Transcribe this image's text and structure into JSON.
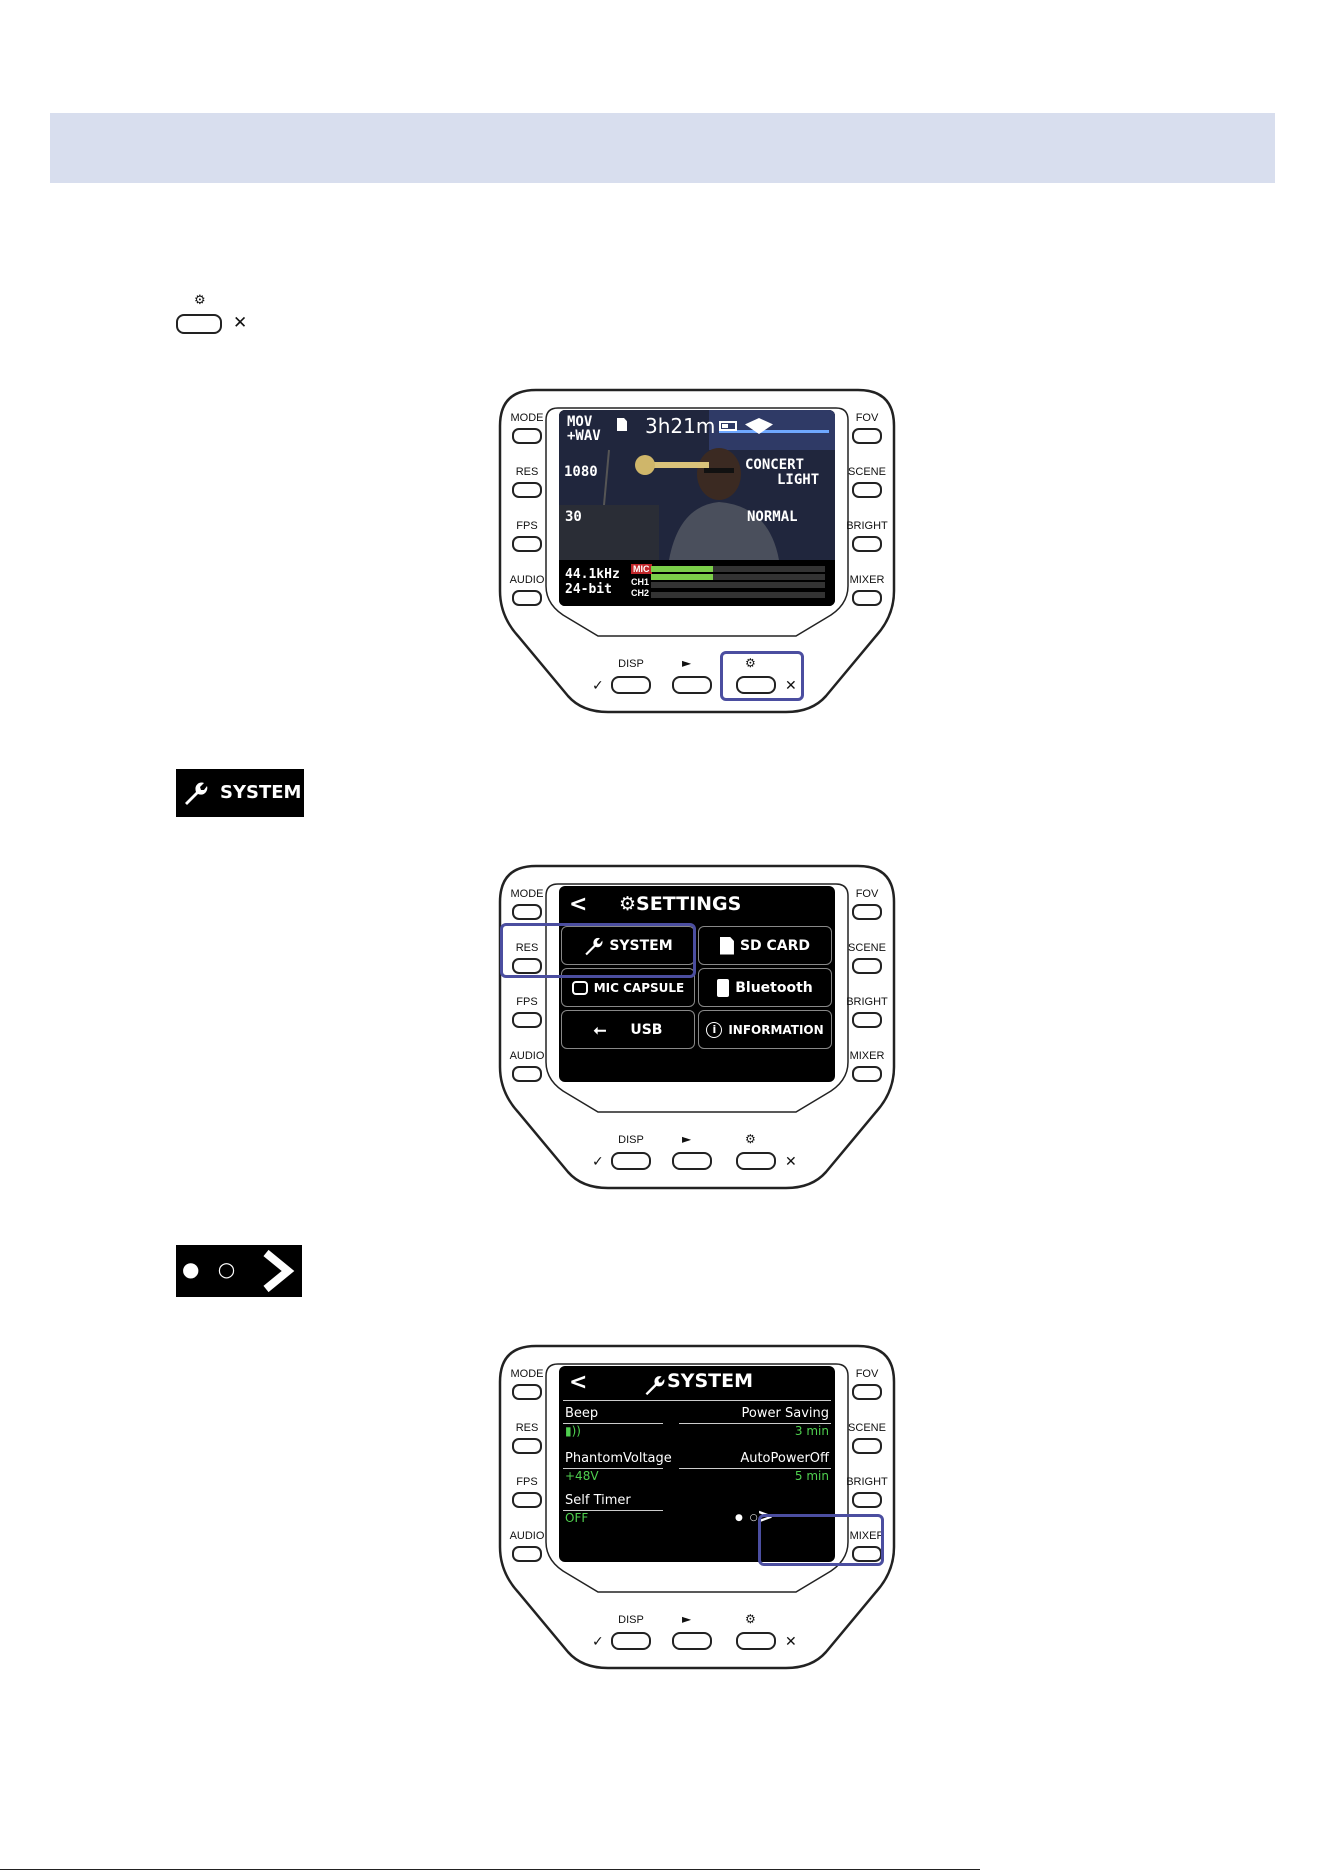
{
  "step1": {
    "close_symbol": "✕",
    "gear_symbol": "⚙"
  },
  "device_labels": {
    "left": [
      "MODE",
      "RES",
      "FPS",
      "AUDIO"
    ],
    "right": [
      "FOV",
      "SCENE",
      "BRIGHT",
      "MIXER"
    ],
    "bottom_disp": "DISP",
    "check": "✓",
    "play": "►",
    "gear": "⚙",
    "close": "✕"
  },
  "screen1": {
    "format_top": "MOV",
    "format_bottom": "+WAV",
    "remaining": "3h21m",
    "resolution": "1080",
    "fps": "30",
    "scene_line1": "CONCERT",
    "scene_line2": "LIGHT",
    "bright": "NORMAL",
    "sample_rate": "44.1kHz",
    "bit_depth": "24-bit",
    "meter_labels": [
      "MIC",
      "CH1",
      "CH2"
    ]
  },
  "step2_chip": {
    "label": "SYSTEM"
  },
  "settings_screen": {
    "back": "<",
    "title": "SETTINGS",
    "cells": [
      "SYSTEM",
      "SD CARD",
      "MIC CAPSULE",
      "Bluetooth",
      "USB",
      "INFORMATION"
    ]
  },
  "step3_chip": {
    "dots": "● ○",
    "arrow": ">"
  },
  "system_screen": {
    "back": "<",
    "title": "SYSTEM",
    "items": [
      {
        "label": "Beep",
        "value": "▮))"
      },
      {
        "label": "Power Saving",
        "value": "3 min"
      },
      {
        "label": "PhantomVoltage",
        "value": "+48V"
      },
      {
        "label": "AutoPowerOff",
        "value": "5 min"
      },
      {
        "label": "Self Timer",
        "value": "OFF"
      }
    ],
    "page_dots": "● ○",
    "next": ">"
  },
  "colors": {
    "header_band": "#d8deee",
    "highlight": "#4b4ea0",
    "value_green": "#4fd04f"
  }
}
